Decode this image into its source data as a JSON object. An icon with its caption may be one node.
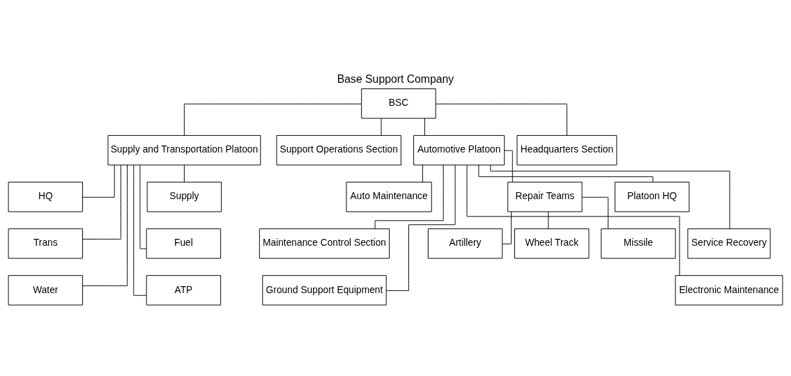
{
  "diagram": {
    "title": "Base Support Company",
    "nodes": [
      {
        "text": [
          "BSC"
        ]
      },
      {
        "text": [
          "Supply and Transportation Platoon"
        ]
      },
      {
        "text": [
          "Support Operations Section"
        ]
      },
      {
        "text": [
          "Automotive Platoon"
        ]
      },
      {
        "text": [
          "Headquarters Section"
        ]
      },
      {
        "text": [
          "HQ"
        ]
      },
      {
        "text": [
          "Trans"
        ]
      },
      {
        "text": [
          "Water"
        ]
      },
      {
        "text": [
          "Supply"
        ]
      },
      {
        "text": [
          "Fuel"
        ]
      },
      {
        "text": [
          "ATP"
        ]
      },
      {
        "text": [
          "Auto Maintenance"
        ]
      },
      {
        "text": [
          "Maintenance Control Section"
        ]
      },
      {
        "text": [
          "Ground Support Equipment"
        ]
      },
      {
        "text": [
          "Repair Teams"
        ]
      },
      {
        "text": [
          "Artillery"
        ]
      },
      {
        "text": [
          "Wheel Track"
        ]
      },
      {
        "text": [
          "Missile"
        ]
      },
      {
        "text": [
          "Platoon HQ"
        ]
      },
      {
        "text": [
          "Service Recovery"
        ]
      },
      {
        "text": [
          "Electronic Maintenance"
        ]
      }
    ],
    "edges": [
      {
        "from": 0,
        "to": 1,
        "arrow": "none"
      },
      {
        "from": 0,
        "to": 2,
        "arrow": "none"
      },
      {
        "from": 0,
        "to": 3,
        "arrow": "none"
      },
      {
        "from": 0,
        "to": 4,
        "arrow": "none"
      },
      {
        "from": 1,
        "to": 5,
        "arrow": "none"
      },
      {
        "from": 1,
        "to": 6,
        "arrow": "none"
      },
      {
        "from": 1,
        "to": 7,
        "arrow": "none"
      },
      {
        "from": 1,
        "to": 8,
        "arrow": "none"
      },
      {
        "from": 1,
        "to": 9,
        "arrow": "none"
      },
      {
        "from": 1,
        "to": 10,
        "arrow": "none"
      },
      {
        "from": 3,
        "to": 11,
        "arrow": "none"
      },
      {
        "from": 3,
        "to": 12,
        "arrow": "none"
      },
      {
        "from": 3,
        "to": 13,
        "arrow": "none"
      },
      {
        "from": 3,
        "to": 14,
        "arrow": "none"
      },
      {
        "from": 14,
        "to": 15,
        "arrow": "none"
      },
      {
        "from": 14,
        "to": 16,
        "arrow": "none"
      },
      {
        "from": 14,
        "to": 17,
        "arrow": "none"
      },
      {
        "from": 3,
        "to": 18,
        "arrow": "none"
      },
      {
        "from": 3,
        "to": 19,
        "arrow": "none"
      },
      {
        "from": 3,
        "to": 20,
        "arrow": "none"
      }
    ]
  }
}
